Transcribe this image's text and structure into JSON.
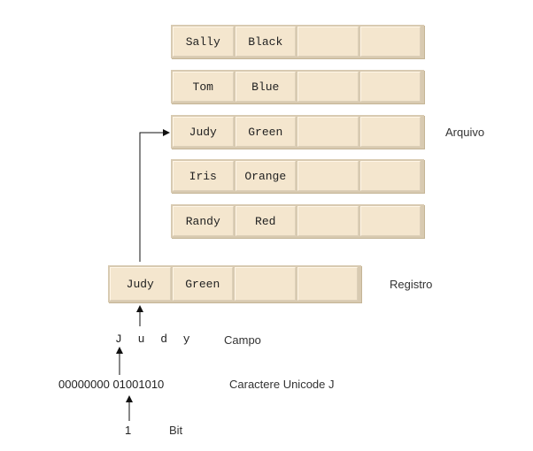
{
  "file": {
    "label": "Arquivo",
    "records": [
      {
        "first": "Sally",
        "second": "Black"
      },
      {
        "first": "Tom",
        "second": "Blue"
      },
      {
        "first": "Judy",
        "second": "Green"
      },
      {
        "first": "Iris",
        "second": "Orange"
      },
      {
        "first": "Randy",
        "second": "Red"
      }
    ]
  },
  "record": {
    "label": "Registro",
    "first": "Judy",
    "second": "Green"
  },
  "field": {
    "label": "Campo",
    "value": "J u d y"
  },
  "character": {
    "label": "Caractere Unicode J",
    "bits": "00000000  01001010"
  },
  "bit": {
    "label": "Bit",
    "value": "1"
  },
  "colors": {
    "cell_fill": "#f4e6ce",
    "cell_border": "#d8cab1",
    "text": "#222222"
  }
}
